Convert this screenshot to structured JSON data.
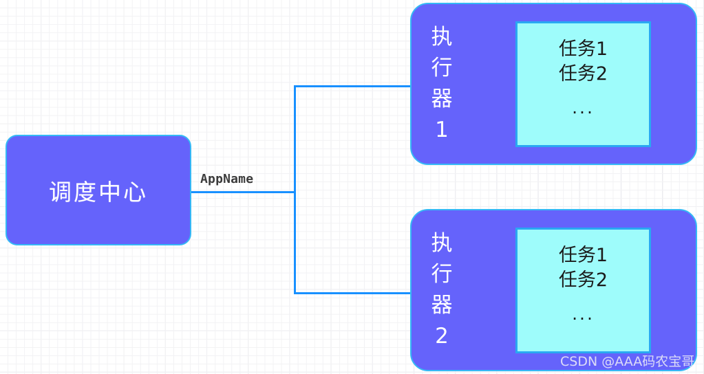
{
  "diagram": {
    "background": {
      "grid_minor_color": "#f2f2f4",
      "grid_major_color": "#e9e9ee",
      "canvas_color": "#ffffff"
    },
    "colors": {
      "node_fill": "#6563fb",
      "node_border": "#35b9f5",
      "task_panel_fill": "#9efcfb",
      "task_panel_border": "#29a8f2",
      "connector": "#1890ff",
      "node_text": "#ffffff",
      "task_text": "#1b1b1b",
      "label_text": "#3b3b3b",
      "watermark_text": "#e6e6f7"
    },
    "scheduler": {
      "label": "调度中心"
    },
    "connector": {
      "label": "AppName"
    },
    "executors": [
      {
        "name_chars": [
          "执",
          "行",
          "器",
          "1"
        ],
        "tasks": [
          "任务1",
          "任务2"
        ],
        "ellipsis": "..."
      },
      {
        "name_chars": [
          "执",
          "行",
          "器",
          "2"
        ],
        "tasks": [
          "任务1",
          "任务2"
        ],
        "ellipsis": "..."
      }
    ],
    "watermark": "CSDN @AAA码农宝哥"
  }
}
